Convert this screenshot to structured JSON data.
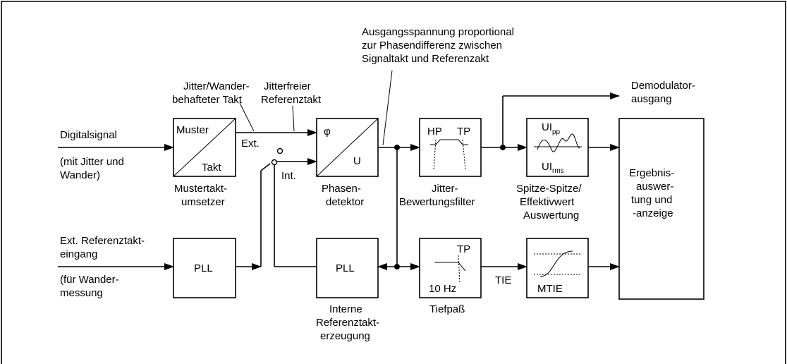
{
  "blocks": {
    "pattern": {
      "top": "Muster",
      "bottom": "Takt"
    },
    "phase": {
      "phi": "φ",
      "u": "U"
    },
    "filter": {
      "hp": "HP",
      "tp": "TP"
    },
    "peak": {
      "top_main": "UI",
      "top_sub": "pp",
      "bottom_main": "UI",
      "bottom_sub": "rms"
    },
    "result": [
      "Ergebnis-",
      "auswer-",
      "tung und",
      "-anzeige"
    ],
    "pll_ext": "PLL",
    "pll_int": "PLL",
    "lowpass": {
      "tp": "TP",
      "freq": "10 Hz"
    },
    "mtie": "MTIE"
  },
  "labels": {
    "input_signal": "Digitalsignal",
    "input_note": [
      "(mit Jitter und",
      "Wander)"
    ],
    "jitter_clock": [
      "Jitter/Wander-",
      "behafteter Takt"
    ],
    "jitter_free": [
      "Jitterfreier",
      "Referenztakt"
    ],
    "pattern_caption": [
      "Mustertakt-",
      "umsetzer"
    ],
    "switch_ext": "Ext.",
    "switch_int": "Int.",
    "phase_caption": [
      "Phasen-",
      "detektor"
    ],
    "output_voltage": [
      "Ausgangsspannung proportional",
      "zur Phasendifferenz zwischen",
      "Signaltakt und Referenzakt"
    ],
    "demod": [
      "Demodulator-",
      "ausgang"
    ],
    "filter_caption": [
      "Jitter-",
      "Bewertungsfilter"
    ],
    "peak_caption": [
      "Spitze-Spitze/",
      "Effektivwert",
      "Auswertung"
    ],
    "ext_ref": [
      "Ext. Referenztakt-",
      "eingang"
    ],
    "wander_note": [
      "(für Wander-",
      "messung"
    ],
    "int_ref_caption": [
      "Interne",
      "Referenztakt-",
      "erzeugung"
    ],
    "lowpass_caption": "Tiefpaß",
    "tie": "TIE"
  }
}
